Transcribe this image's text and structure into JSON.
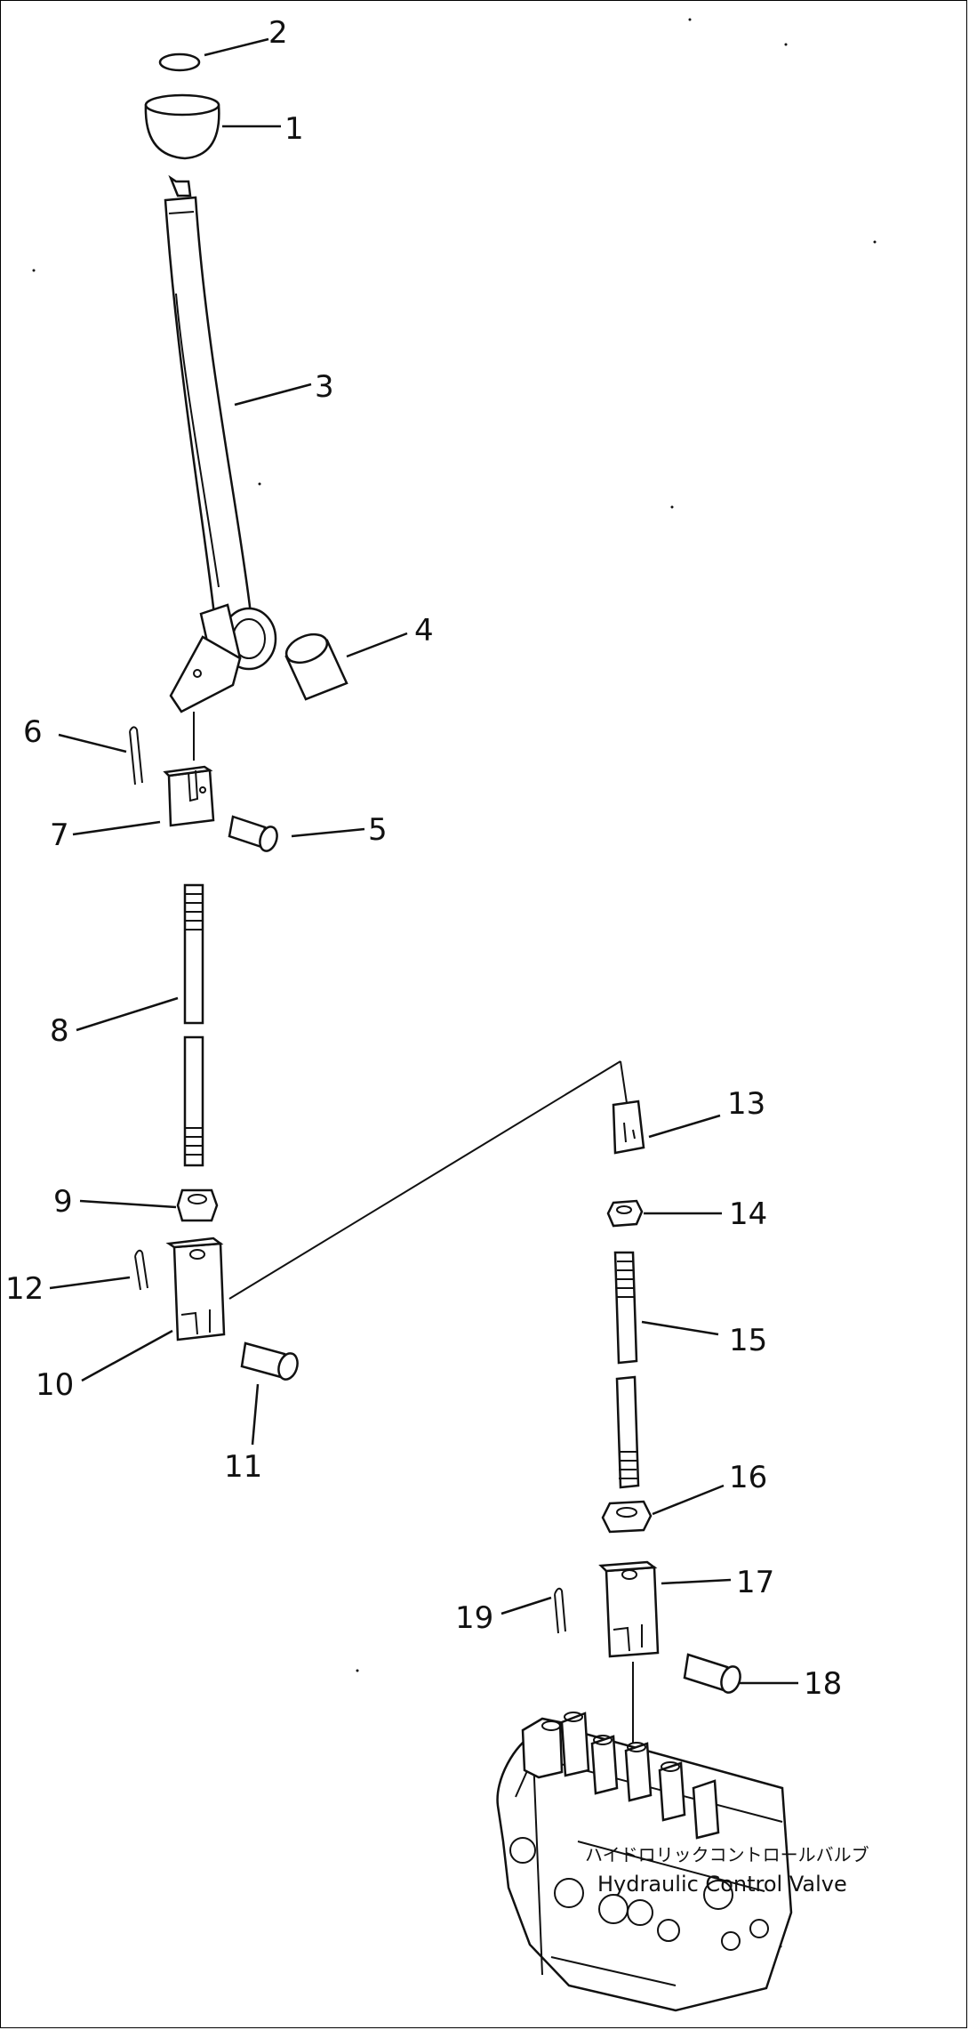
{
  "callouts": [
    {
      "num": "1"
    },
    {
      "num": "2"
    },
    {
      "num": "3"
    },
    {
      "num": "4"
    },
    {
      "num": "5"
    },
    {
      "num": "6"
    },
    {
      "num": "7"
    },
    {
      "num": "8"
    },
    {
      "num": "9"
    },
    {
      "num": "10"
    },
    {
      "num": "11"
    },
    {
      "num": "12"
    },
    {
      "num": "13"
    },
    {
      "num": "14"
    },
    {
      "num": "15"
    },
    {
      "num": "16"
    },
    {
      "num": "17"
    },
    {
      "num": "18"
    },
    {
      "num": "19"
    }
  ],
  "valve": {
    "label_jp": "ハイドロリックコントロールバルブ",
    "label_en": "Hydraulic Control Valve"
  }
}
